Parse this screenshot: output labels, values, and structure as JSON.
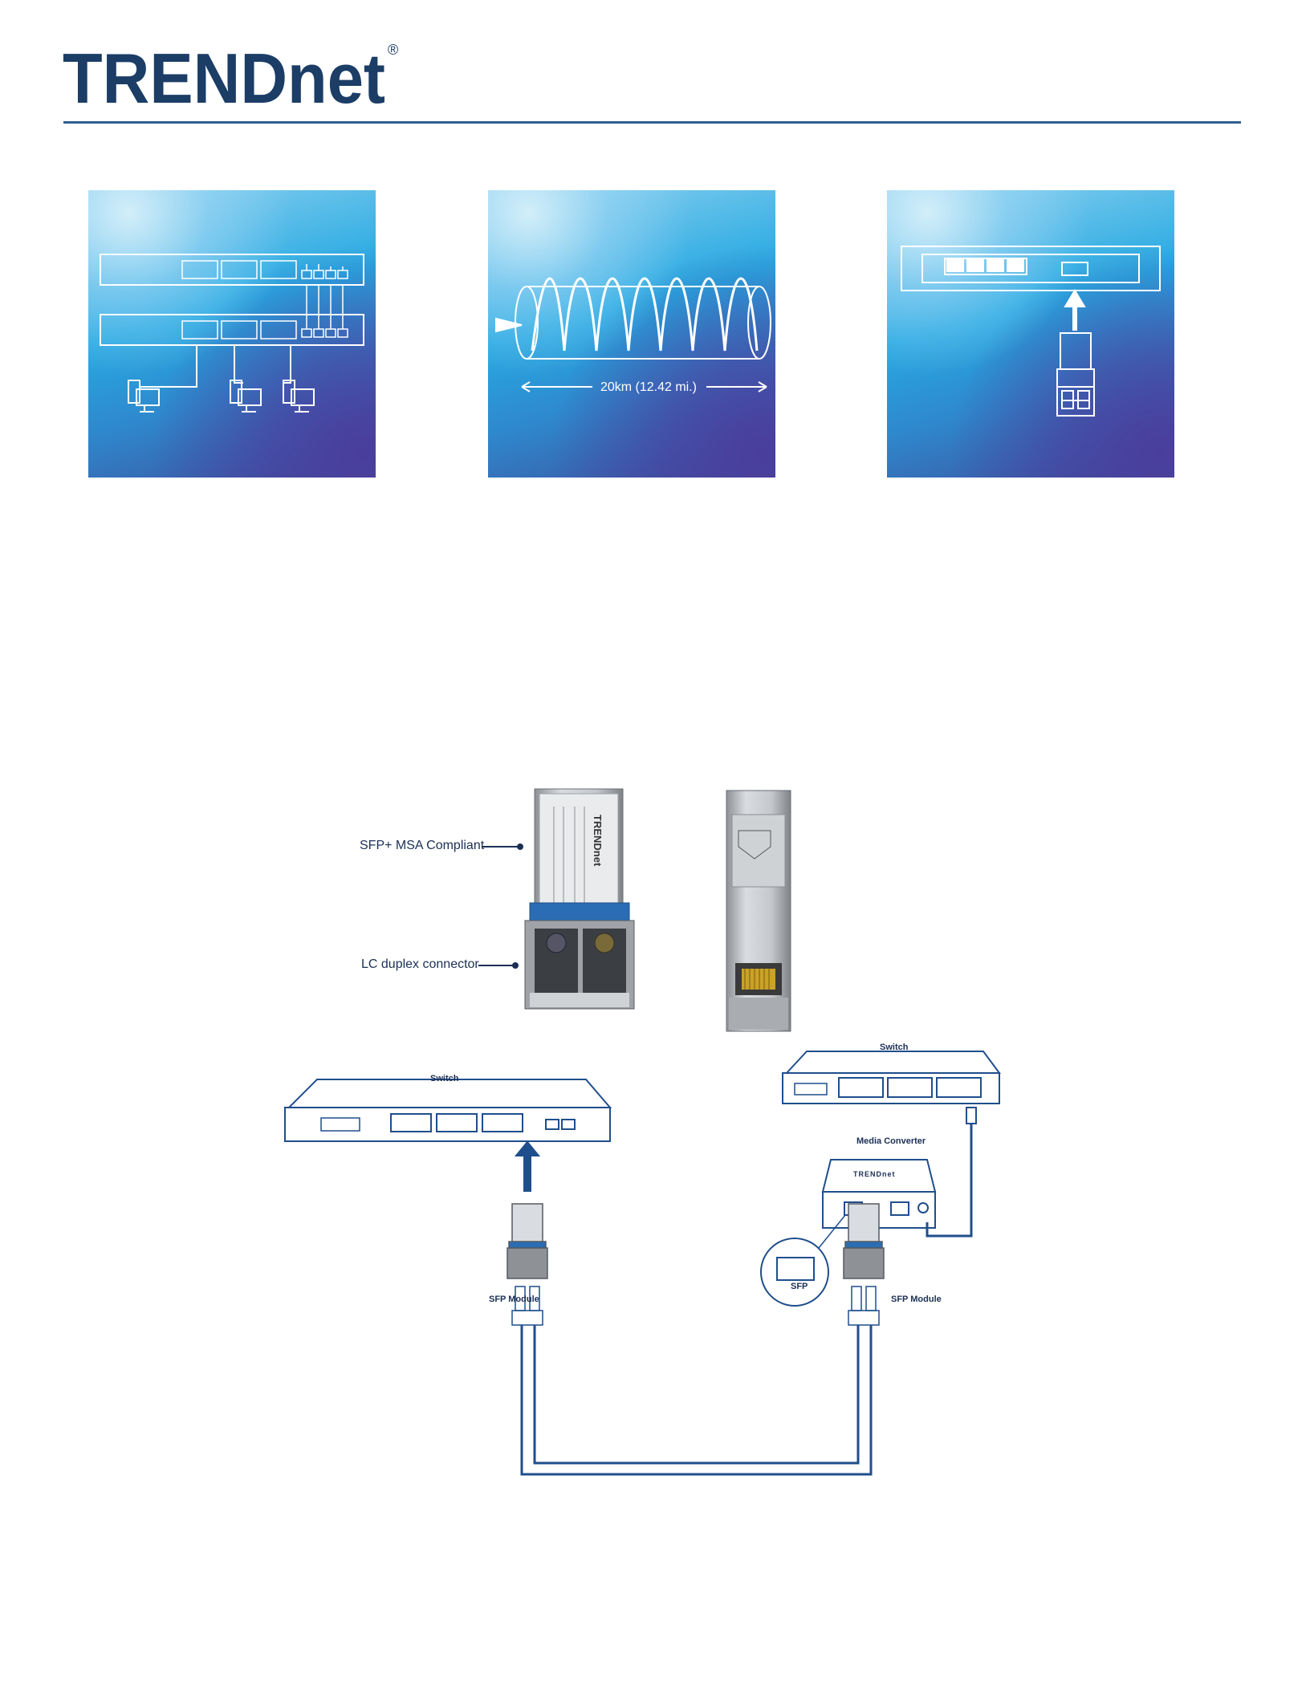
{
  "brand": {
    "logo_text": "TRENDnet",
    "registered_mark": "®",
    "color": "#1b3d66",
    "rule_color": "#2f5f90"
  },
  "tiles": [
    {
      "icon": "stacked-switches-icon",
      "caption": ""
    },
    {
      "icon": "fiber-distance-icon",
      "caption": "20km (12.42 mi.)"
    },
    {
      "icon": "switch-sfp-slot-icon",
      "caption": ""
    }
  ],
  "product_callouts": {
    "msa": "SFP+ MSA Compliant",
    "lc": "LC duplex connector"
  },
  "diagram": {
    "left_switch": "Switch",
    "right_switch": "Switch",
    "media_converter": "Media Converter",
    "converter_brand": "TRENDnet",
    "sfp_inset": "SFP",
    "left_module": "SFP Module",
    "right_module": "SFP Module",
    "link_color": "#1f4e8c"
  }
}
